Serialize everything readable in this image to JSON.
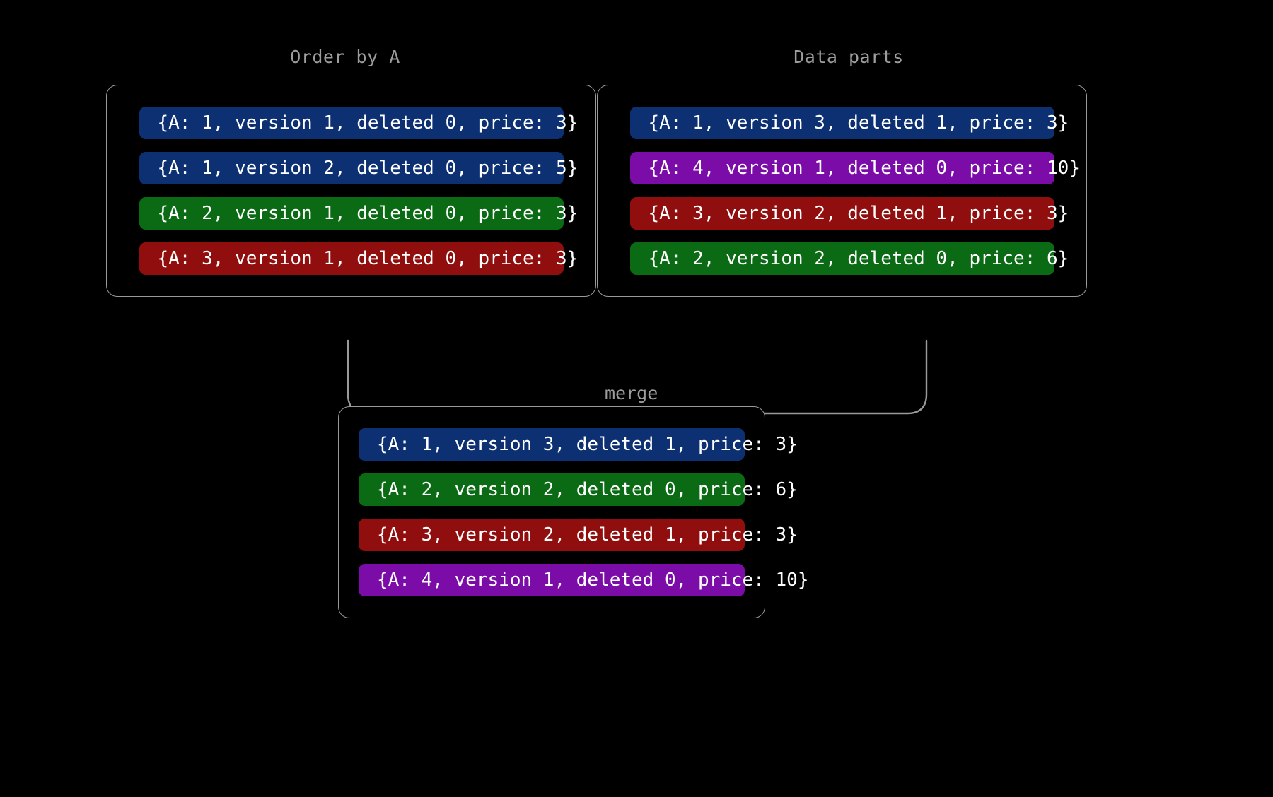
{
  "diagram": {
    "title_order": "Order by A",
    "title_parts": "Data parts",
    "merge_label": "merge",
    "background": "#000000",
    "connector_color": "#9a9a9a",
    "panel_border_color": "#9a9a9a",
    "title_color": "#9d9d9d",
    "row_text_color": "#ffffff",
    "colors": {
      "blue": "#0d3073",
      "green": "#0b6a14",
      "red": "#910e0e",
      "purple": "#7b0ca8"
    }
  },
  "order_by_a": {
    "title": "Order by A",
    "rows": [
      {
        "text": "{A: 1, version 1, deleted 0, price: 3}",
        "color": "#0d3073",
        "key": "A1-v1"
      },
      {
        "text": "{A: 1, version 2, deleted 0, price: 5}",
        "color": "#0d3073",
        "key": "A1-v2"
      },
      {
        "text": "{A: 2, version 1, deleted 0, price: 3}",
        "color": "#0b6a14",
        "key": "A2-v1"
      },
      {
        "text": "{A: 3, version 1, deleted 0, price: 3}",
        "color": "#910e0e",
        "key": "A3-v1"
      }
    ]
  },
  "data_parts": {
    "title": "Data parts",
    "rows": [
      {
        "text": "{A: 1, version 3, deleted 1, price: 3}",
        "color": "#0d3073",
        "key": "A1-v3"
      },
      {
        "text": "{A: 4, version 1, deleted 0, price: 10}",
        "color": "#7b0ca8",
        "key": "A4-v1"
      },
      {
        "text": "{A: 3, version 2, deleted 1, price: 3}",
        "color": "#910e0e",
        "key": "A3-v2"
      },
      {
        "text": "{A: 2, version 2, deleted 0, price: 6}",
        "color": "#0b6a14",
        "key": "A2-v2"
      }
    ]
  },
  "merged": {
    "rows": [
      {
        "text": "{A: 1, version 3, deleted 1, price: 3}",
        "color": "#0d3073",
        "key": "A1-v3"
      },
      {
        "text": "{A: 2, version 2, deleted 0, price: 6}",
        "color": "#0b6a14",
        "key": "A2-v2"
      },
      {
        "text": "{A: 3, version 2, deleted 1, price: 3}",
        "color": "#910e0e",
        "key": "A3-v2"
      },
      {
        "text": "{A: 4, version 1, deleted 0, price: 10}",
        "color": "#7b0ca8",
        "key": "A4-v1"
      }
    ]
  }
}
